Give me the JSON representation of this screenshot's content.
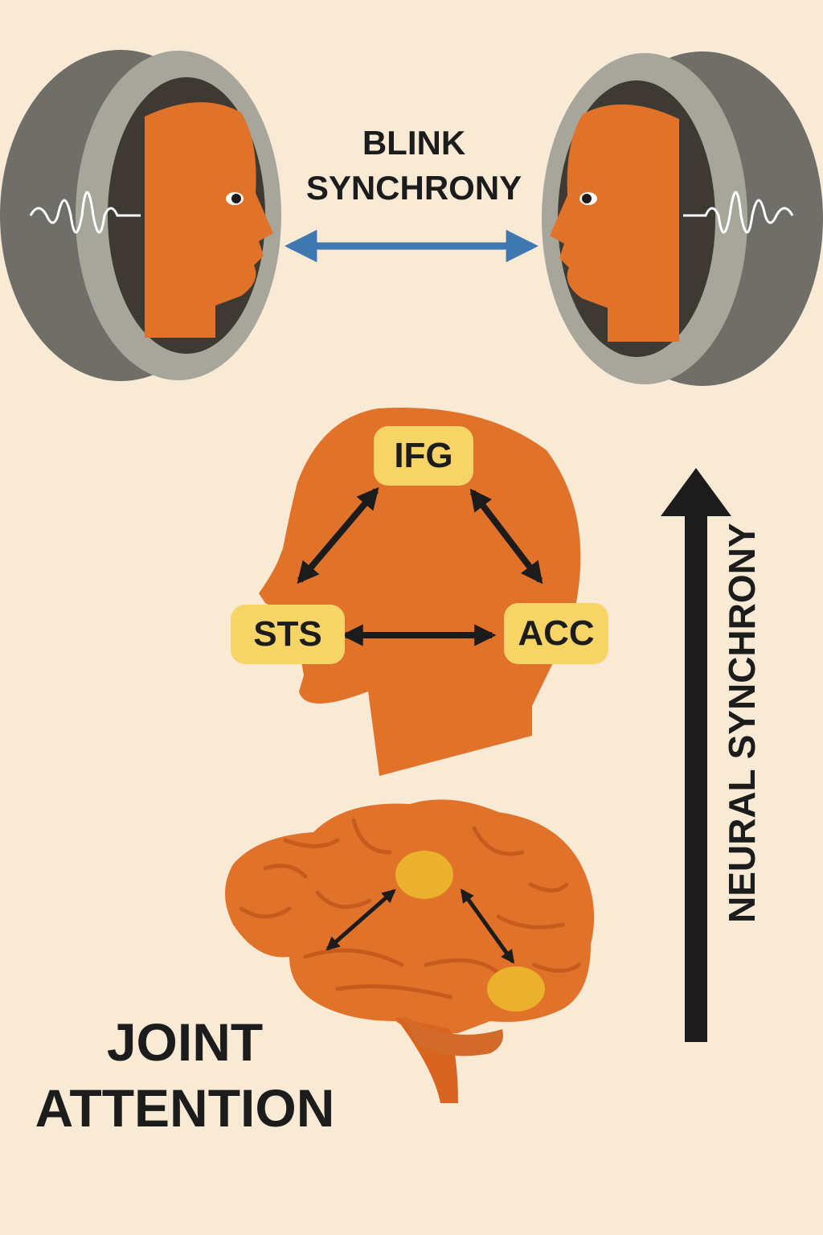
{
  "labels": {
    "blink_synchrony": [
      "BLINK",
      "SYNCHRONY"
    ],
    "joint_attention": [
      "JOINT",
      "ATTENTION"
    ],
    "neural_synchrony": "NEURAL SYNCHRONY"
  },
  "regions": {
    "ifg": "IFG",
    "sts": "STS",
    "acc": "ACC"
  },
  "colors": {
    "background": "#f9ead5",
    "skin_orange": "#e0722a",
    "scanner_gray": "#8e8d86",
    "region_yellow": "#f6d465",
    "blink_arrow_blue": "#3f77b0",
    "arrow_black": "#1c1c1c"
  },
  "icons": [
    "fnirs-scanner-icon",
    "head-profile-icon",
    "brain-icon",
    "brain-wave-icon"
  ]
}
